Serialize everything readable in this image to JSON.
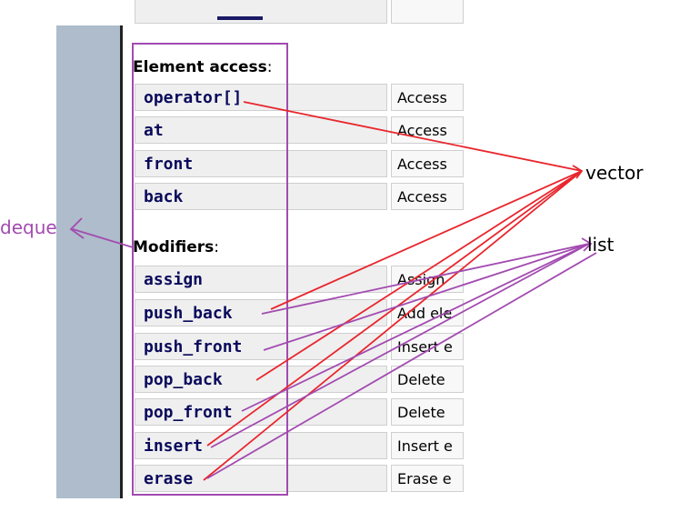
{
  "sections": {
    "element_access": {
      "title": "Element access",
      "colon": ":",
      "rows": [
        {
          "name": "operator[]",
          "desc": "Access"
        },
        {
          "name": "at",
          "desc": "Access"
        },
        {
          "name": "front",
          "desc": "Access"
        },
        {
          "name": "back",
          "desc": "Access"
        }
      ]
    },
    "modifiers": {
      "title": "Modifiers",
      "colon": ":",
      "rows": [
        {
          "name": "assign",
          "desc": "Assign"
        },
        {
          "name": "push_back",
          "desc": "Add ele"
        },
        {
          "name": "push_front",
          "desc": "Insert e"
        },
        {
          "name": "pop_back",
          "desc": "Delete"
        },
        {
          "name": "pop_front",
          "desc": "Delete"
        },
        {
          "name": "insert",
          "desc": "Insert e"
        },
        {
          "name": "erase",
          "desc": "Erase e"
        }
      ]
    }
  },
  "annotations": {
    "deque": "deque",
    "vector": "vector",
    "list": "list",
    "colors": {
      "red": "#e8262d",
      "purple": "#a24bb0"
    }
  }
}
